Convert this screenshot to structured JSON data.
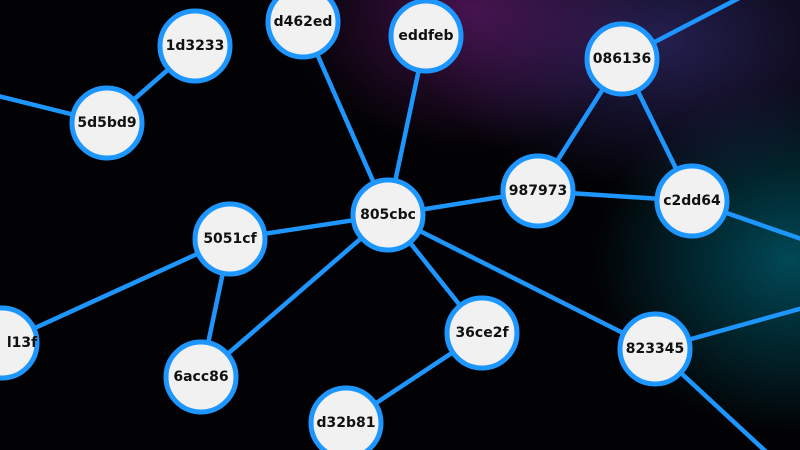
{
  "colors": {
    "node_fill": "#f1f1f1",
    "node_stroke": "#1e96ff",
    "edge": "#1e96ff",
    "background": "#020204"
  },
  "nodes": [
    {
      "id": "1d3233",
      "label": "1d3233"
    },
    {
      "id": "5d5bd9",
      "label": "5d5bd9"
    },
    {
      "id": "d462ed",
      "label": "d462ed"
    },
    {
      "id": "eddfeb",
      "label": "eddfeb"
    },
    {
      "id": "086136",
      "label": "086136"
    },
    {
      "id": "987973",
      "label": "987973"
    },
    {
      "id": "c2dd64",
      "label": "c2dd64"
    },
    {
      "id": "805cbc",
      "label": "805cbc"
    },
    {
      "id": "5051cf",
      "label": "5051cf"
    },
    {
      "id": "l13f",
      "label": "l13f"
    },
    {
      "id": "6acc86",
      "label": "6acc86"
    },
    {
      "id": "36ce2f",
      "label": "36ce2f"
    },
    {
      "id": "823345",
      "label": "823345"
    },
    {
      "id": "d32b81",
      "label": "d32b81"
    }
  ],
  "edges": [
    [
      "off-left",
      "5d5bd9"
    ],
    [
      "5d5bd9",
      "1d3233"
    ],
    [
      "d462ed",
      "805cbc"
    ],
    [
      "eddfeb",
      "805cbc"
    ],
    [
      "805cbc",
      "987973"
    ],
    [
      "987973",
      "086136"
    ],
    [
      "086136",
      "c2dd64"
    ],
    [
      "987973",
      "c2dd64"
    ],
    [
      "086136",
      "off-top-right"
    ],
    [
      "c2dd64",
      "off-right-1"
    ],
    [
      "805cbc",
      "5051cf"
    ],
    [
      "805cbc",
      "6acc86"
    ],
    [
      "805cbc",
      "36ce2f"
    ],
    [
      "805cbc",
      "823345"
    ],
    [
      "5051cf",
      "6acc86"
    ],
    [
      "5051cf",
      "l13f"
    ],
    [
      "36ce2f",
      "d32b81"
    ],
    [
      "823345",
      "off-right-2"
    ],
    [
      "823345",
      "off-bottom-right"
    ]
  ]
}
